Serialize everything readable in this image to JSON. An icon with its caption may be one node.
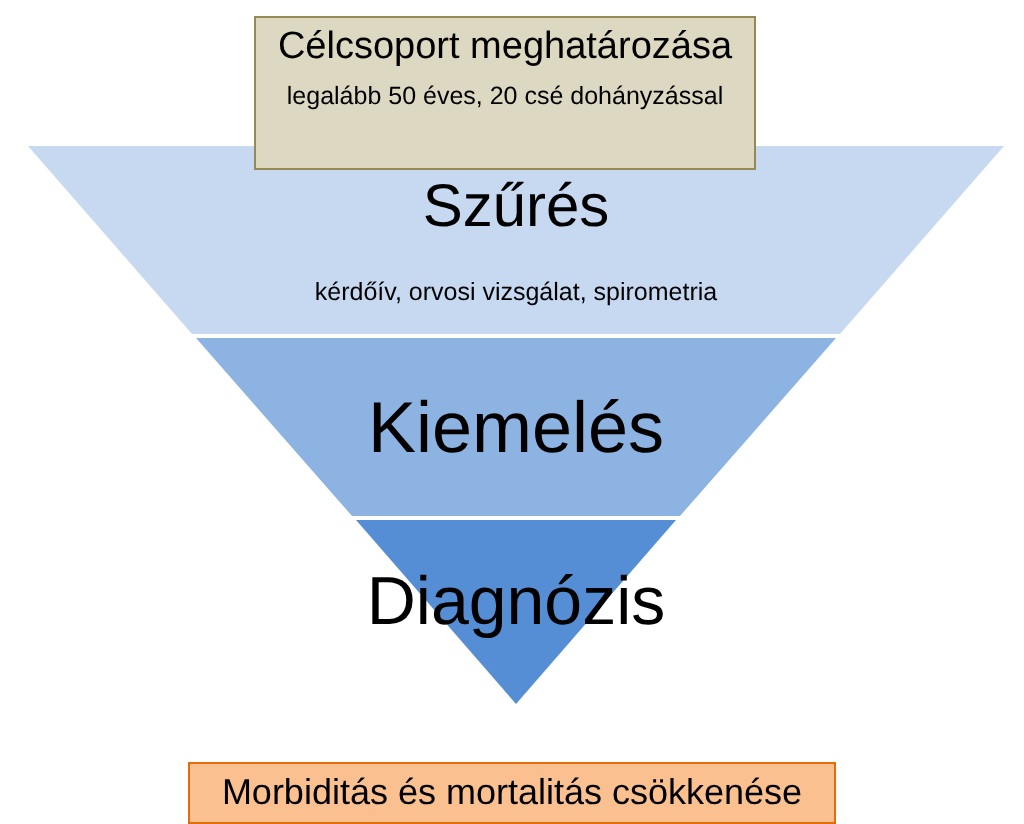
{
  "diagram": {
    "nodes": [
      {
        "text": [
          "Célcsoport meghatározása",
          "legalább 50 éves, 20 csé dohányzással"
        ]
      },
      {
        "text": [
          "Szűrés",
          "kérdőív, orvosi vizsgálat, spirometria"
        ]
      },
      {
        "text": [
          "Kiemelés"
        ]
      },
      {
        "text": [
          "Diagnózis"
        ]
      },
      {
        "text": [
          "Morbiditás és mortalitás csökkenése"
        ]
      }
    ]
  }
}
